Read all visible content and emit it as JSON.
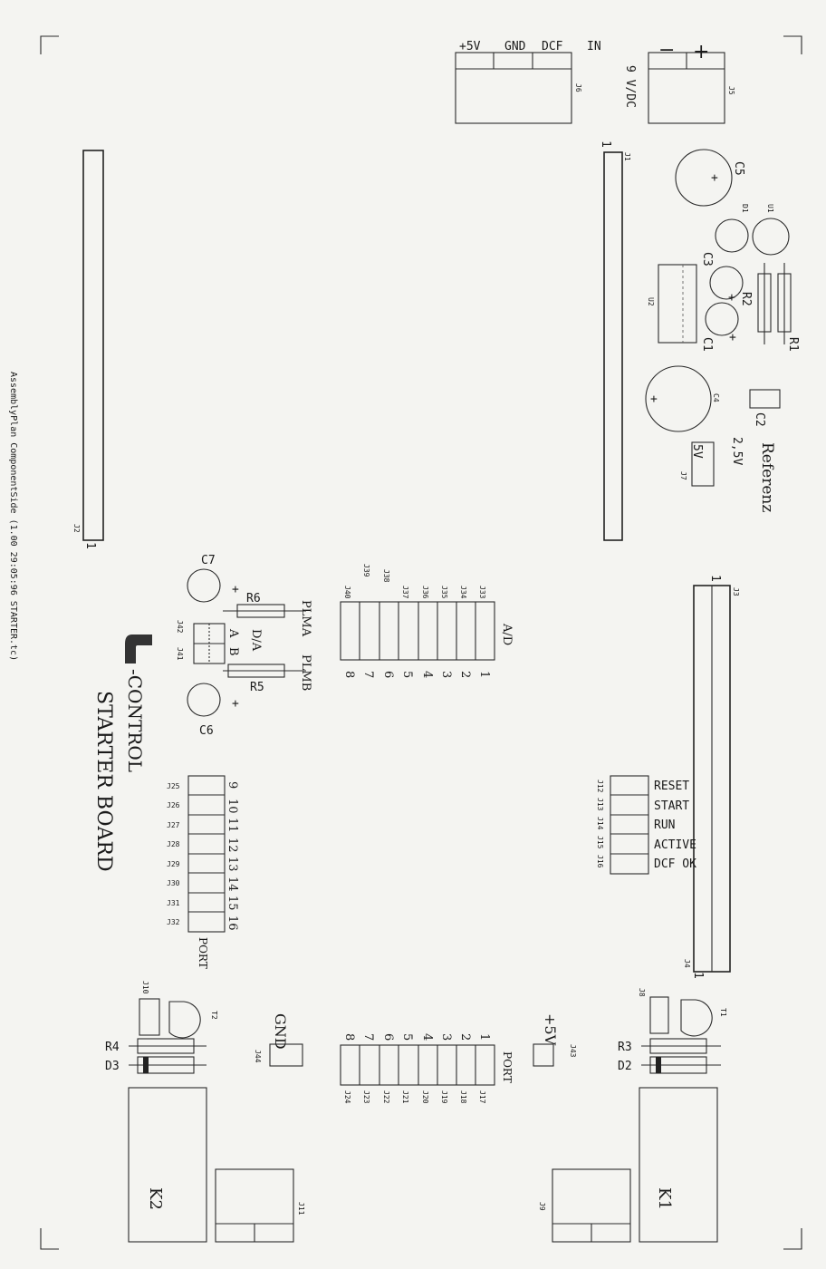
{
  "power_connector": {
    "label_5v": "+5V",
    "label_gnd": "GND",
    "label_dcf": "DCF",
    "label_in": "IN",
    "ref": "J6"
  },
  "dc_jack": {
    "minus": "−",
    "plus": "+",
    "voltage": "9 V/DC",
    "ref": "J5"
  },
  "headers": {
    "j1": "J1",
    "j2": "J2",
    "j3": "J3",
    "j4": "J4",
    "pin_one": "1"
  },
  "parts": {
    "c1": "C1",
    "c2": "C2",
    "c3": "C3",
    "c4": "C4",
    "c5": "C5",
    "c6": "C6",
    "c7": "C7",
    "d1": "D1",
    "u1": "U1",
    "u2": "U2",
    "r1": "R1",
    "r2": "R2",
    "r5": "R5",
    "r6": "R6",
    "plus": "+"
  },
  "reference": {
    "title": "Referenz",
    "v25": "2,5V",
    "v5": "5V",
    "ref": "J7"
  },
  "analog": {
    "title": "A/D",
    "pins": [
      "1",
      "2",
      "3",
      "4",
      "5",
      "6",
      "7",
      "8"
    ],
    "refs": [
      "J33",
      "J34",
      "J35",
      "J36",
      "J37",
      "J38",
      "J39",
      "J40"
    ]
  },
  "pwm": {
    "plma": "PLMA",
    "plmb": "PLMB",
    "da": "D/A",
    "a": "A",
    "b": "B",
    "j41": "J41",
    "j42": "J42"
  },
  "status_leds": {
    "labels": [
      "RESET",
      "START",
      "RUN",
      "ACTIVE",
      "DCF OK"
    ],
    "refs": [
      "J12",
      "J13",
      "J14",
      "J15",
      "J16"
    ]
  },
  "logo": {
    "brand": "-CONTROL",
    "product": "STARTER BOARD"
  },
  "assembly_note": "AssemblyPlan ComponentSide (1.00  29:05:96 STARTER.tc)",
  "port_left": {
    "title": "PORT",
    "pins": [
      "9",
      "10",
      "11",
      "12",
      "13",
      "14",
      "15",
      "16"
    ],
    "refs": [
      "J25",
      "J26",
      "J27",
      "J28",
      "J29",
      "J30",
      "J31",
      "J32"
    ]
  },
  "port_bottom": {
    "title": "PORT",
    "pins": [
      "1",
      "2",
      "3",
      "4",
      "5",
      "6",
      "7",
      "8"
    ],
    "refs": [
      "J17",
      "J18",
      "J19",
      "J20",
      "J21",
      "J22",
      "J23",
      "J24"
    ]
  },
  "plus5v": {
    "label": "+5V",
    "ref": "J43"
  },
  "gnd": {
    "label": "GND",
    "ref": "J44"
  },
  "relay_right": {
    "k": "K1",
    "t": "T1",
    "r": "R3",
    "d": "D2",
    "j8": "J8",
    "j9": "J9"
  },
  "relay_left": {
    "k": "K2",
    "t": "T2",
    "r": "R4",
    "d": "D3",
    "j10": "J10",
    "j11": "J11"
  }
}
